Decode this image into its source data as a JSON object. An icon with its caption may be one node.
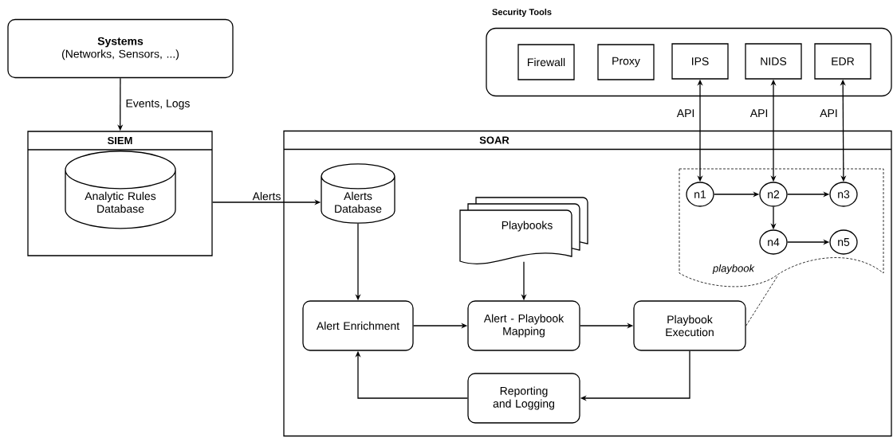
{
  "diagram": {
    "nodes": [
      {
        "text": [
          "Systems",
          "(Networks, Sensors, ...)"
        ]
      },
      {
        "text": [
          "SIEM"
        ]
      },
      {
        "text": [
          "Analytic Rules Database"
        ],
        "in": 1
      },
      {
        "text": [
          "Security Tools"
        ]
      },
      {
        "text": [
          "Firewall"
        ],
        "in": 3
      },
      {
        "text": [
          "Proxy"
        ],
        "in": 3
      },
      {
        "text": [
          "IPS"
        ],
        "in": 3
      },
      {
        "text": [
          "NIDS"
        ],
        "in": 3
      },
      {
        "text": [
          "EDR"
        ],
        "in": 3
      },
      {
        "text": [
          "SOAR"
        ]
      },
      {
        "text": [
          "Alerts Database"
        ],
        "in": 9
      },
      {
        "text": [
          "Playbooks"
        ],
        "in": 9
      },
      {
        "text": [
          "playbook"
        ],
        "in": 9
      },
      {
        "text": [
          "n1"
        ],
        "in": 12
      },
      {
        "text": [
          "n2"
        ],
        "in": 12
      },
      {
        "text": [
          "n3"
        ],
        "in": 12
      },
      {
        "text": [
          "n4"
        ],
        "in": 12
      },
      {
        "text": [
          "n5"
        ],
        "in": 12
      },
      {
        "text": [
          "Alert Enrichment"
        ],
        "in": 9
      },
      {
        "text": [
          "Alert - Playbook Mapping"
        ],
        "in": 9
      },
      {
        "text": [
          "Playbook Execution"
        ],
        "in": 9
      },
      {
        "text": [
          "Reporting and Logging"
        ],
        "in": 9
      }
    ],
    "edges": [
      {
        "from": 0,
        "to": 1,
        "arrow": "to",
        "label": "Events, Logs"
      },
      {
        "from": 1,
        "to": 10,
        "arrow": "to",
        "label": "Alerts"
      },
      {
        "from": 6,
        "to": 13,
        "arrow": "both",
        "label": "API"
      },
      {
        "from": 7,
        "to": 14,
        "arrow": "both",
        "label": "API"
      },
      {
        "from": 8,
        "to": 15,
        "arrow": "both",
        "label": "API"
      },
      {
        "from": 13,
        "to": 14,
        "arrow": "to"
      },
      {
        "from": 14,
        "to": 15,
        "arrow": "to"
      },
      {
        "from": 14,
        "to": 16,
        "arrow": "to"
      },
      {
        "from": 16,
        "to": 17,
        "arrow": "to"
      },
      {
        "from": 10,
        "to": 18,
        "arrow": "to"
      },
      {
        "from": 11,
        "to": 19,
        "arrow": "to"
      },
      {
        "from": 18,
        "to": 19,
        "arrow": "to"
      },
      {
        "from": 19,
        "to": 20,
        "arrow": "to"
      },
      {
        "from": 20,
        "to": 21,
        "arrow": "to"
      },
      {
        "from": 21,
        "to": 18,
        "arrow": "to"
      },
      {
        "from": 20,
        "to": 12,
        "arrow": "none",
        "style": "dashed"
      }
    ]
  }
}
